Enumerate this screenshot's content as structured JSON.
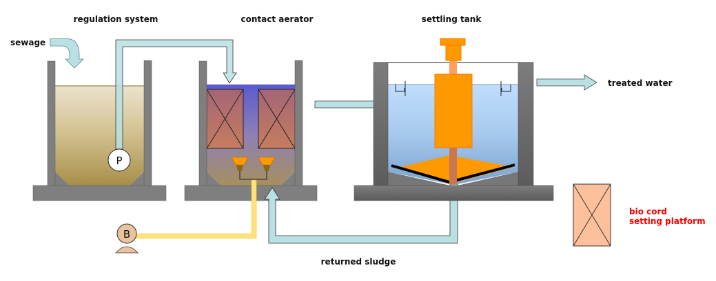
{
  "labels": {
    "sewage": "sewage",
    "regulation": "regulation system",
    "aerator": "contact aerator",
    "settling": "settling tank",
    "treated": "treated water",
    "returned": "returned sludge",
    "biocord_line1": "bio cord",
    "biocord_line2": "setting platform",
    "pump_p": "P",
    "pump_b": "B"
  },
  "colors": {
    "wall": "#7f7f7f",
    "pipe": "#b9e0e3",
    "air_pipe": "#ffe27a",
    "orange": "#ff9900",
    "biocord": "#fdc09a",
    "label_red": "#ff0000"
  }
}
